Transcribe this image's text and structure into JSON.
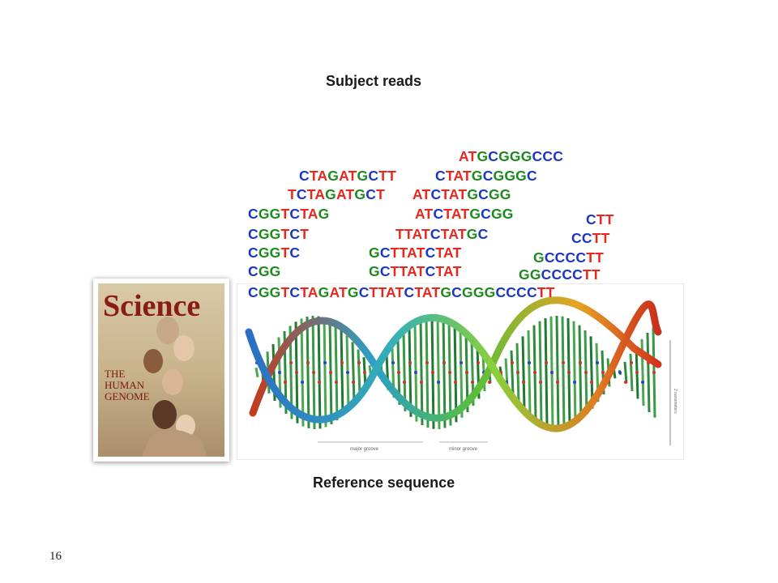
{
  "labels": {
    "subject_reads": "Subject reads",
    "reference_sequence": "Reference sequence",
    "page_number": "16"
  },
  "base_colors": {
    "A": "#e8281e",
    "T": "#e8281e",
    "C": "#1b36c4",
    "G": "#1e8a1e"
  },
  "reads": [
    "ATGCGGGCCC",
    "CTAGATGCTT",
    "CTATGCGGGC",
    "TCTAGATGCT",
    "ATCTATGCGG",
    "CGGTCTAG",
    "ATCTATGCGG",
    "CTT",
    "CGGTCT",
    "TTATCTATGC",
    "CCTT",
    "CGGTC",
    "GCTTATCTAT",
    "GCCCCTT",
    "CGG",
    "GCTTATCTAT",
    "GGCCCCTT"
  ],
  "reference": "CGGTCTAGATGCTTATCTATGCGGGCCCCTT",
  "cover": {
    "masthead": "Science",
    "headline_lines": [
      "THE",
      "HUMAN",
      "GENOME"
    ]
  },
  "dna_figure": {
    "groove_labels": [
      "major groove",
      "minor groove"
    ],
    "scale_label": "2 nanometers"
  }
}
